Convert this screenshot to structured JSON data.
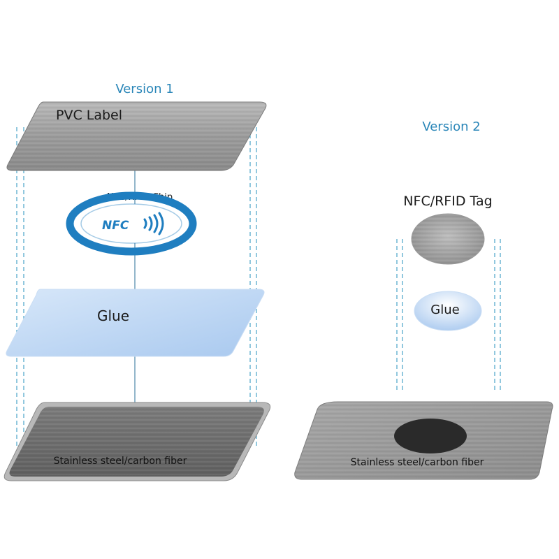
{
  "version1": {
    "title": "Version 1",
    "pvc_label": "PVC Label",
    "chip_label": "NFC/RFID Chip",
    "nfc_logo_text": "NFC",
    "glue_label": "Glue",
    "base_label": "Stainless steel/carbon fiber"
  },
  "version2": {
    "title": "Version 2",
    "tag_label": "NFC/RFID Tag",
    "glue_label": "Glue",
    "base_label": "Stainless steel/carbon fiber"
  },
  "colors": {
    "title_blue": "#2a86b8",
    "nfc_blue": "#1f7ec0",
    "metal_gray": "#8a8a8a",
    "glue_blue": "#bcd6f3",
    "guide_line": "#4aa3c8"
  }
}
